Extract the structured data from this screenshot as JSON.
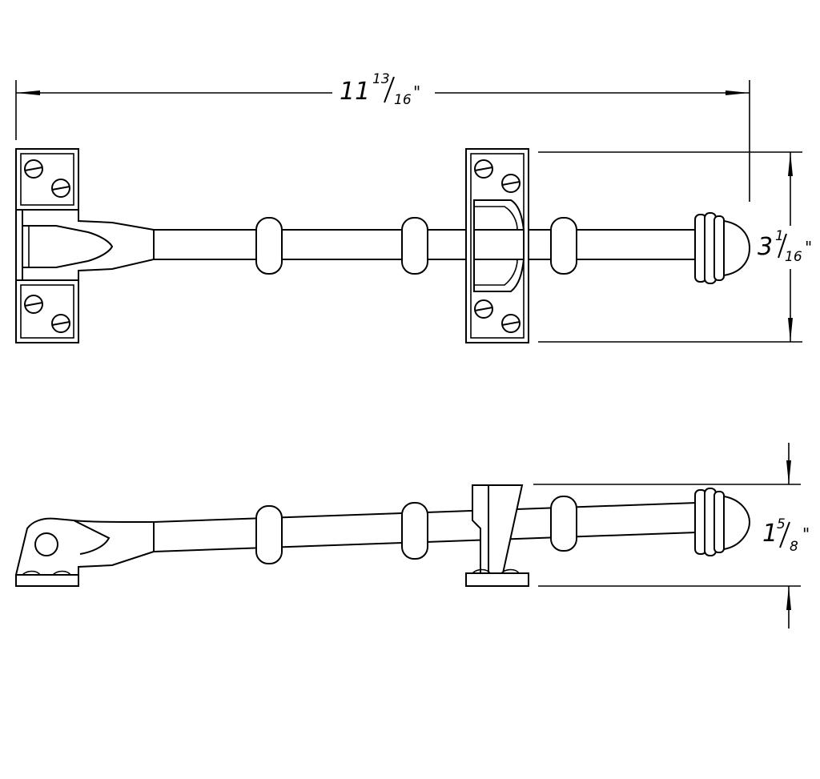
{
  "dimensions": {
    "overall_length": {
      "whole": "11",
      "numerator": "13",
      "denominator": "16",
      "unit": "\""
    },
    "top_height": {
      "whole": "3",
      "numerator": "1",
      "denominator": "16",
      "unit": "\""
    },
    "side_height": {
      "whole": "1",
      "numerator": "5",
      "denominator": "8",
      "unit": "\""
    }
  },
  "colors": {
    "stroke": "#000000",
    "background": "#ffffff"
  }
}
